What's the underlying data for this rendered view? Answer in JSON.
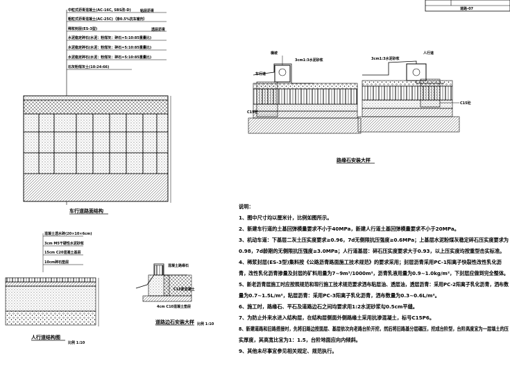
{
  "title_block": {
    "row2": "道路-07"
  },
  "pavement": {
    "layers": [
      "中粒式沥青混凝土(AC-16C, SBS改-D)",
      "粗粒式沥青混凝土(AC-25C)（掺0.5%抗车辙剂）",
      "稀浆封层(ES-3型)",
      "水泥稳定碎石(水泥：粉煤灰：碎石=5:10:85重量比)",
      "水泥稳定碎石(水泥：粉煤灰：碎石=5:10:85重量比)",
      "水泥稳定碎石(水泥：粉煤灰：碎石=5:10:85重量比)",
      "石灰粉煤灰土(10:24:66)"
    ],
    "tag_bond": "粘层沥青",
    "tag_seal": "透层沥青",
    "caption": "车行道路面结构"
  },
  "curb": {
    "left_mortar": "3cm1:3水泥砂浆",
    "right_mortar": "3cm1:3水泥砂浆",
    "sidewalk": "人行道",
    "lane": "车行道",
    "concrete_left": "C15砼",
    "concrete_right": "C15砼",
    "left_top": "横坡",
    "caption": "路缘石安装大样"
  },
  "sidewalk_detail": {
    "paver": "混凝土透水砖(20×10×6cm)",
    "layers": [
      "3cm M5干硬性水泥砂浆",
      "15cm C20混凝土基层",
      "10cm碎石垫层"
    ],
    "caption": "人行道结构图",
    "scale": "比例 1:10"
  },
  "edge_detail": {
    "caption": "道路边石安装大样",
    "scale": "比例 1:10",
    "tag_top": "混凝土路缘石",
    "tag_mid": "C15素混凝土",
    "tag_bottom": "4cm C10混凝土垫层"
  },
  "notes": {
    "heading": "说明：",
    "items": [
      "1、图中尺寸均以厘米计，比例如图所示。",
      "2、新建车行道的土基回弹模量要求不小于40MPa，新建人行道土基回弹模量要求不小于20MPa。",
      "3、机动车道：下基层二灰土压实度要求≥0.96，7d无侧限抗压强度≥0.6MPa；上基层水泥粉煤灰稳定碎石压实度要求为",
      "0.98，7d龄期的无侧限抗压强度≥3.0MPa；人行道基层：碎石压实度要求大于0.93，以上压实度均按重型击实标准。",
      "4、稀浆封层(ES-3型)集料按《公路沥青路面施工技术规范》的要求采用；封层沥青采用PC-1阳离子快裂性改性乳化沥",
      "青，改性乳化沥青掺量及封层的矿料用量为7~9m³/1000m²，沥青乳液用量为0.9~1.0kg/m²，下封层应做到完全整体。",
      "5、新老沥青层施工时应按照规范和现行施工技术规范要求洒布粘层油、透层油，透层沥青：采用PC-2阳离子乳化沥青，洒布数",
      "量为0.7~1.5L/m²，粘层沥青：采用PC-3阳离子乳化沥青，洒布数量为0.3~0.6L/m²。",
      "6、施工时，路缘石、平石及道路边石之间均要求用1:2水泥砂浆勾0.5cm平缝。",
      "7、为防止外来水进入结构层，在结构层侧面外侧路缘土采用抗渗混凝土，标号C15P6。",
      "8、新建道路和旧路搭接时，先将旧路边按面层、基层依次向老路台阶开挖，然后将旧路基分层碾压，挖成台阶型，台阶高度宜为一层填土的压",
      "实厚度，其高宽比宜为1：1.5，台阶地面应向内倾斜。",
      "9、其他未尽事宜参见相关规定、规范执行。"
    ]
  }
}
